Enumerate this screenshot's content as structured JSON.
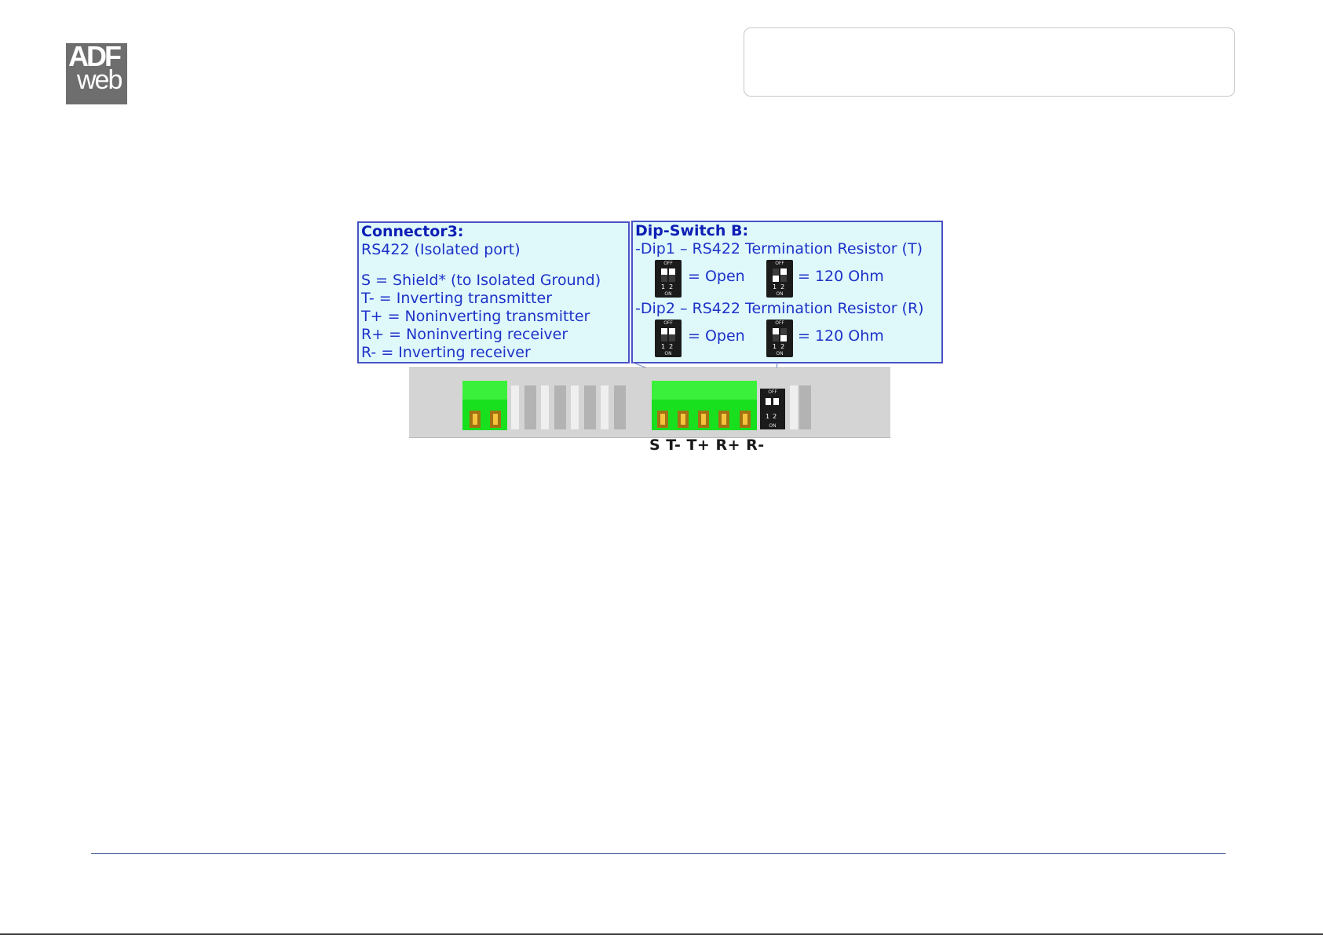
{
  "logo": {
    "line1": "ADF",
    "line2": "web"
  },
  "connector_callout": {
    "title": "Connector3:",
    "subtitle": "RS422 (Isolated port)",
    "items": [
      "S = Shield* (to Isolated Ground)",
      "T- = Inverting transmitter",
      "T+ = Noninverting transmitter",
      "R+ = Noninverting receiver",
      "R- = Inverting receiver"
    ]
  },
  "dip_callout": {
    "title": "Dip-Switch B:",
    "dip1_heading": "-Dip1 – RS422 Termination Resistor (T)",
    "dip2_heading": "-Dip2 – RS422 Termination Resistor (R)",
    "open_label": "= Open",
    "ohm_label": "= 120 Ohm",
    "switch_off": "OFF",
    "switch_on": "ON",
    "switch_numbers": "12"
  },
  "device": {
    "pinout": "S T- T+ R+ R-"
  },
  "colors": {
    "callout_bg": "#dff9fb",
    "callout_border": "#4a52c4",
    "callout_text": "#1d32c8",
    "terminal_green": "#18e01e",
    "footer_rule": "#2b4b8a"
  }
}
